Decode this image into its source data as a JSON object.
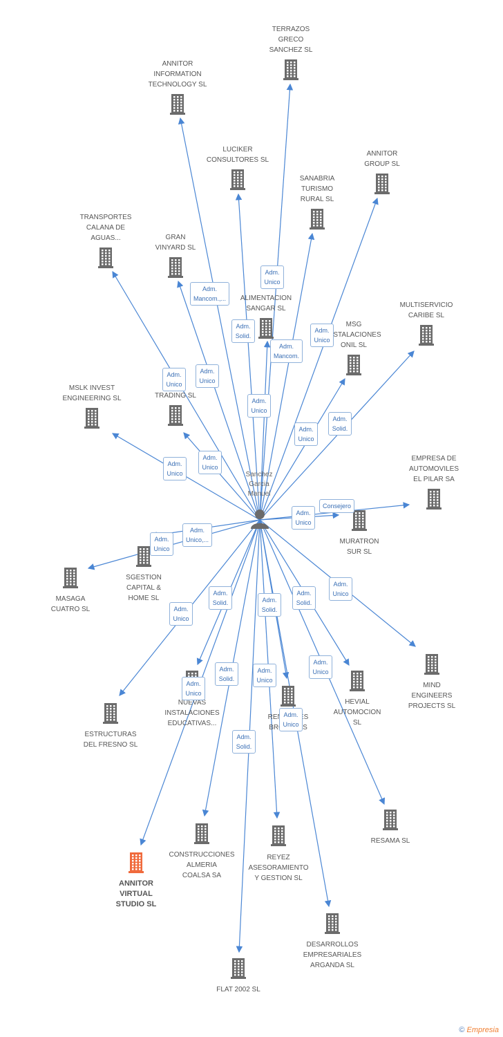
{
  "center": {
    "name": "Sanchez\nGarcia\nManuel"
  },
  "colors": {
    "edge": "#4a86d4",
    "building": "#6b6b6b",
    "main_building": "#f06a3c"
  },
  "companies": [
    {
      "id": "terrazos",
      "name": "TERRAZOS\nGRECO\nSANCHEZ SL"
    },
    {
      "id": "annitor-it",
      "name": "ANNITOR\nINFORMATION\nTECHNOLOGY SL"
    },
    {
      "id": "luciker",
      "name": "LUCIKER\nCONSULTORES SL"
    },
    {
      "id": "sanabria",
      "name": "SANABRIA\nTURISMO\nRURAL SL"
    },
    {
      "id": "annitor-group",
      "name": "ANNITOR\nGROUP SL"
    },
    {
      "id": "transportes",
      "name": "TRANSPORTES\nCALANA DE\nAGUAS..."
    },
    {
      "id": "gran-vinyard",
      "name": "GRAN\nVINYARD SL"
    },
    {
      "id": "alimentacion",
      "name": "ALIMENTACION\nSANGAR SL"
    },
    {
      "id": "multiservicio",
      "name": "MULTISERVICIO\nCARIBE SL"
    },
    {
      "id": "msg",
      "name": "MSG\nINSTALACIONES\nONIL SL"
    },
    {
      "id": "mslk",
      "name": "MSLK INVEST\nENGINEERING SL"
    },
    {
      "id": "trading",
      "name": "TRADING SL"
    },
    {
      "id": "empresa-auto",
      "name": "EMPRESA DE\nAUTOMOVILES\nEL PILAR SA"
    },
    {
      "id": "muratron",
      "name": "MURATRON\nSUR SL"
    },
    {
      "id": "sgestion",
      "name": "SGESTION\nCAPITAL &\nHOME SL"
    },
    {
      "id": "masaga",
      "name": "MASAGA\nCUATRO SL"
    },
    {
      "id": "mind",
      "name": "MIND\nENGINEERS\nPROJECTS SL"
    },
    {
      "id": "nuevas",
      "name": "NUEVAS\nINSTALACIONES\nEDUCATIVAS..."
    },
    {
      "id": "rentables",
      "name": "RENTABLES\nBROTHERS"
    },
    {
      "id": "hevial",
      "name": "HEVIAL\nAUTOMOCION\nSL"
    },
    {
      "id": "estructuras",
      "name": "ESTRUCTURAS\nDEL FRESNO SL"
    },
    {
      "id": "resama",
      "name": "RESAMA SL"
    },
    {
      "id": "annitor-virtual",
      "name": "ANNITOR\nVIRTUAL\nSTUDIO SL",
      "main": true
    },
    {
      "id": "construcciones",
      "name": "CONSTRUCCIONES\nALMERIA\nCOALSA SA"
    },
    {
      "id": "reyez",
      "name": "REYEZ\nASESORAMIENTO\nY GESTION SL"
    },
    {
      "id": "desarrollos",
      "name": "DESARROLLOS\nEMPRESARIALES\nARGANDA SL"
    },
    {
      "id": "flat",
      "name": "FLAT 2002 SL"
    }
  ],
  "roles": [
    "Adm.\nUnico",
    "Adm.\nMancom.,...",
    "Adm.\nSolid.",
    "Adm.\nMancom.",
    "Adm.\nUnico",
    "Adm.\nUnico",
    "Adm.\nUnico",
    "Adm.\nUnico",
    "Adm.\nUnico",
    "Adm.\nSolid.",
    "Adm.\nUnico",
    "Adm.\nUnico",
    "Consejero",
    "Adm.\nUnico,...",
    "Adm.\nUnico",
    "Adm.\nSolid.",
    "Adm.\nSolid.",
    "Adm.\nSolid.",
    "Adm.\nUnico",
    "Adm.\nUnico",
    "Adm.\nSolid.",
    "Adm.\nUnico",
    "Adm.\nUnico",
    "Adm.\nUnico",
    "Adm.\nUnico",
    "Adm.\nSolid."
  ],
  "footer": {
    "copyright": "©",
    "brand": "Empresia"
  }
}
